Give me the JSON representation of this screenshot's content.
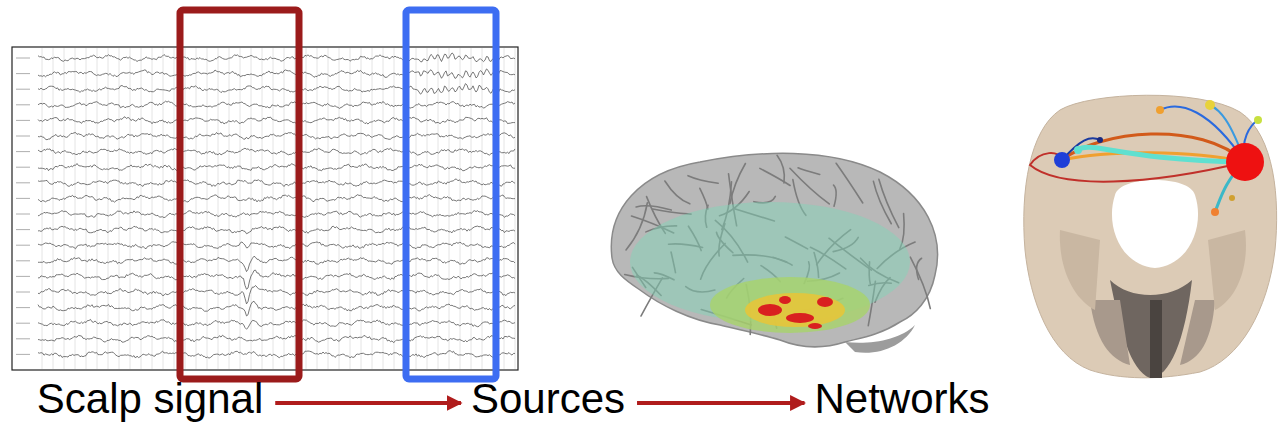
{
  "diagram": {
    "nodes": [
      {
        "text": [
          "Scalp signal"
        ]
      },
      {
        "text": [
          "Sources"
        ]
      },
      {
        "text": [
          "Networks"
        ]
      }
    ],
    "edges": [
      {
        "from": 0,
        "to": 1,
        "arrow": "to"
      },
      {
        "from": 1,
        "to": 2,
        "arrow": "to"
      }
    ]
  }
}
